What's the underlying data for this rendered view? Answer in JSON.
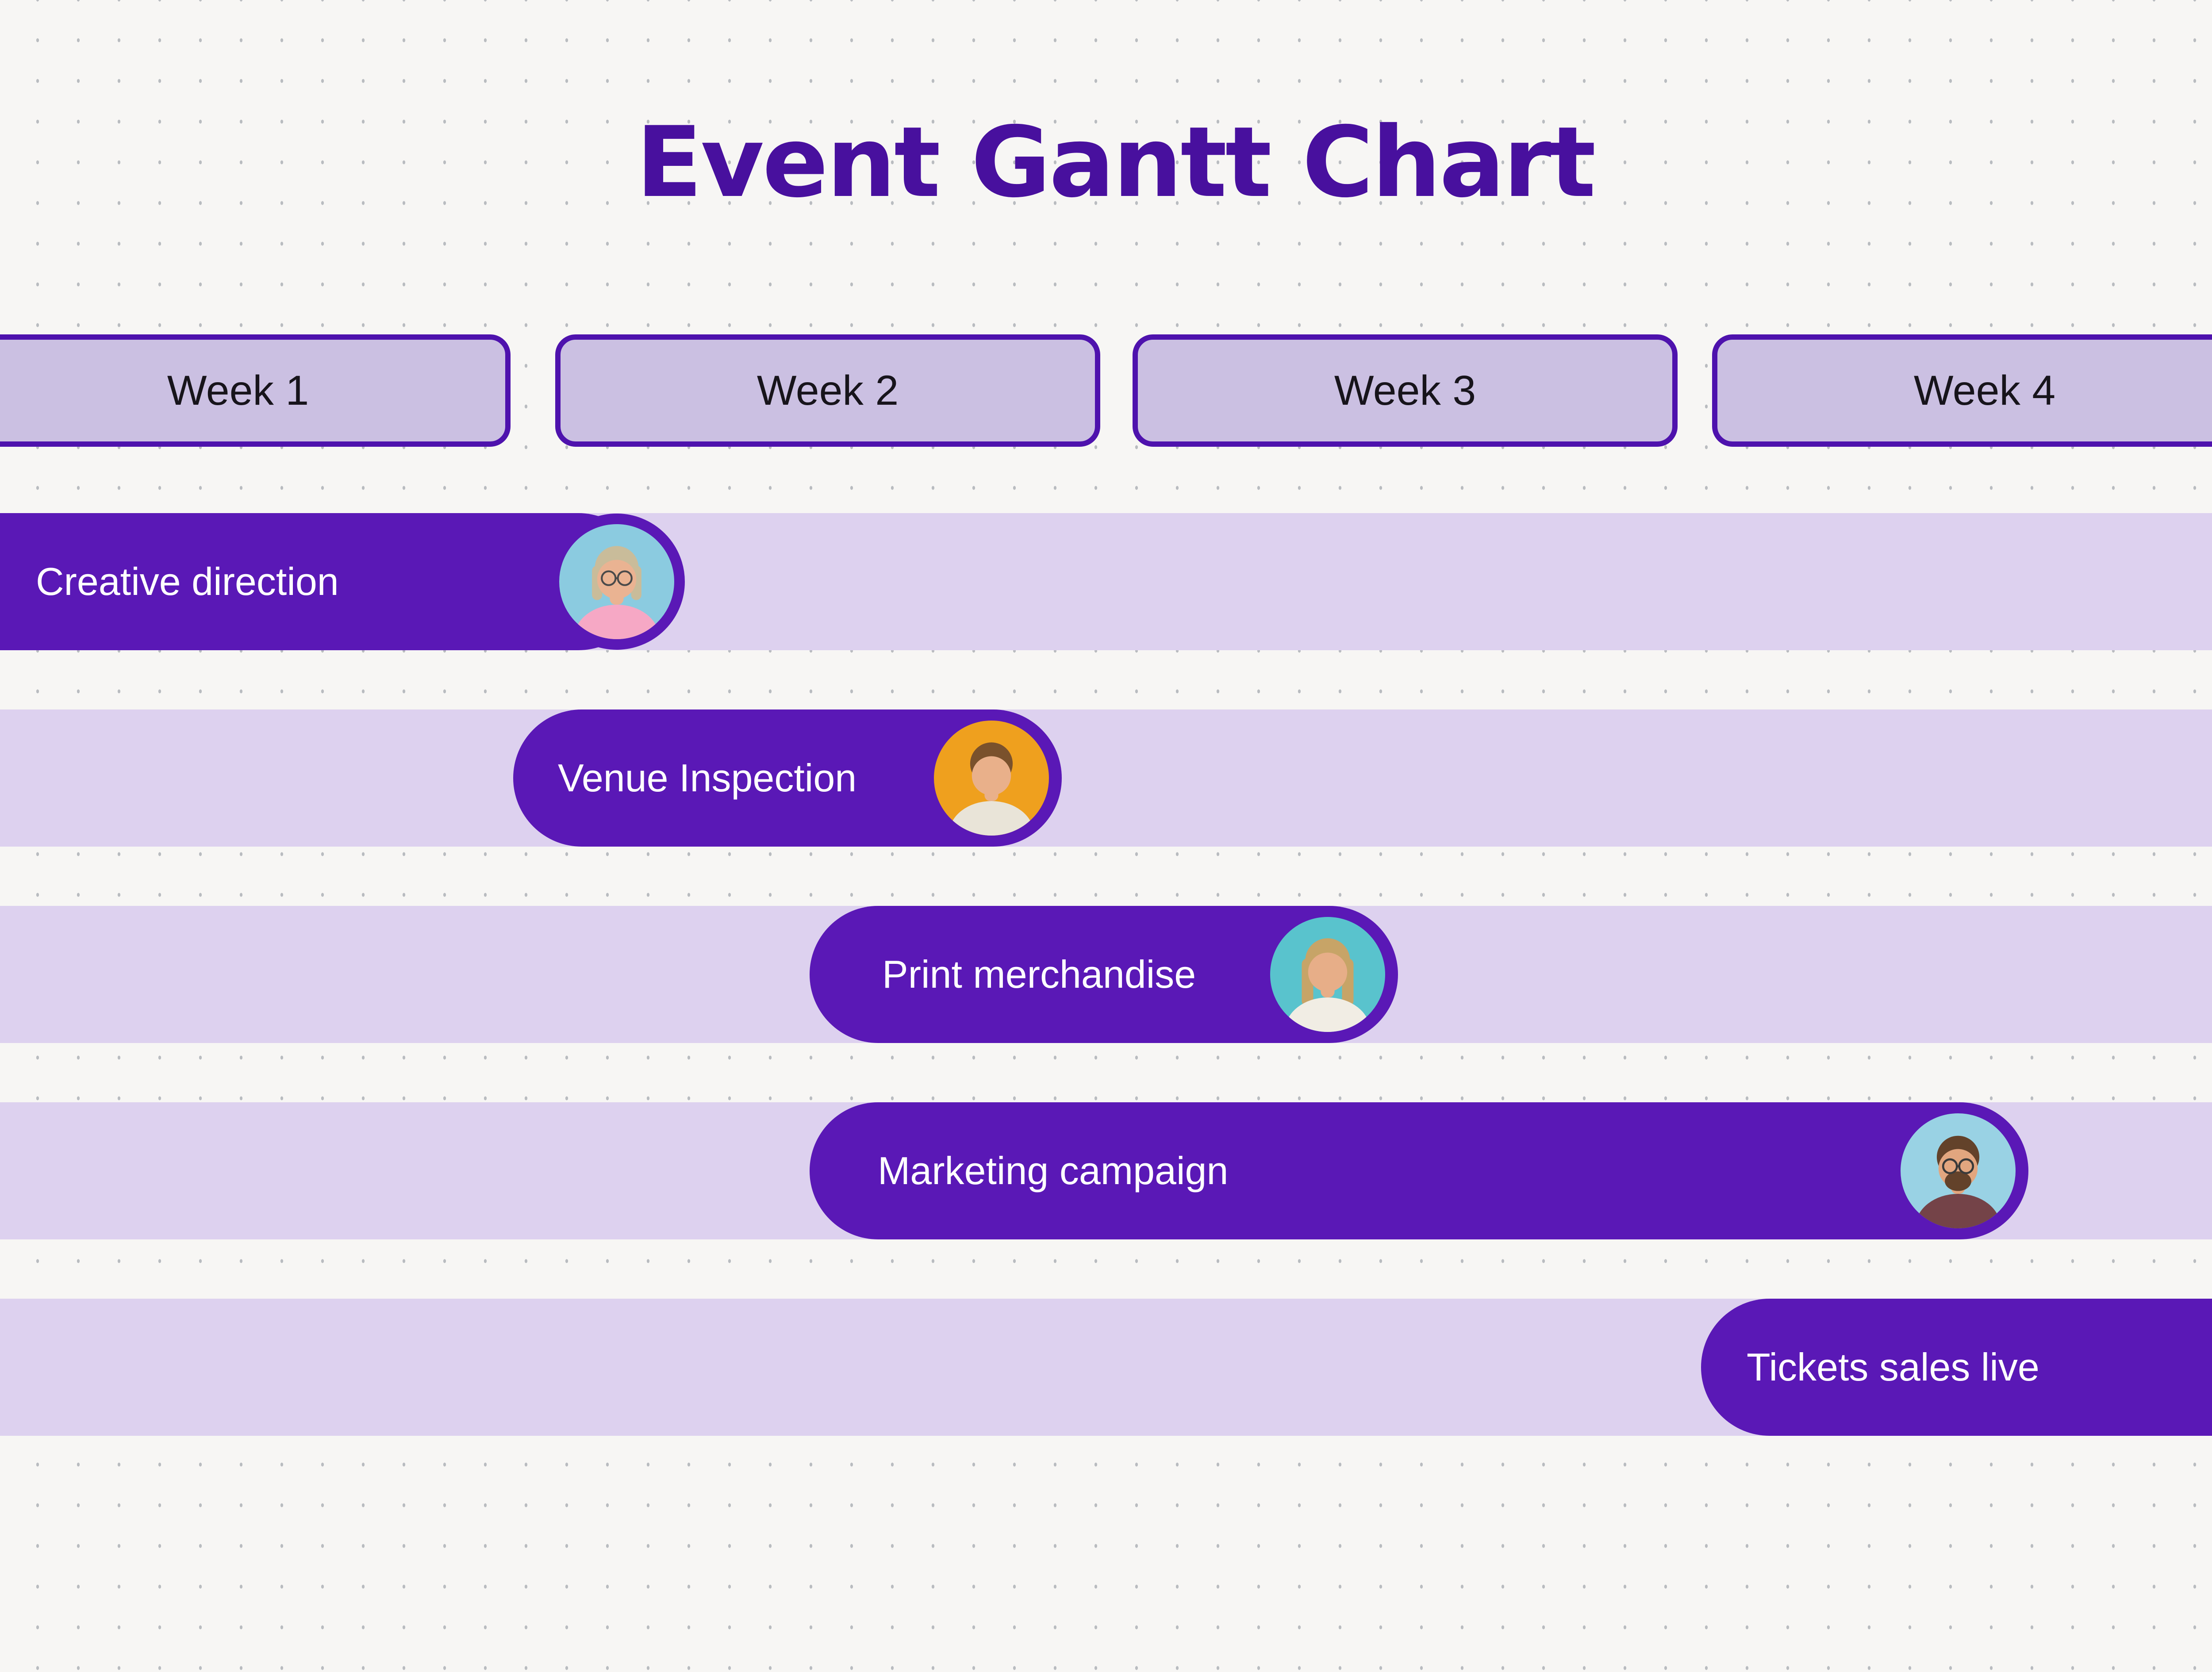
{
  "title": "Event Gantt Chart",
  "weeks": [
    "Week 1",
    "Week 2",
    "Week 3",
    "Week 4"
  ],
  "tasks": [
    {
      "label": "Creative direction",
      "avatar": {
        "alt": "woman with silver bob and glasses in pink sweater giving thumbs up on light blue background",
        "bg": "#8bcbe0",
        "hair": "#c9bc9a",
        "skin": "#eab392",
        "shirt": "#f6a8c5"
      }
    },
    {
      "label": "Venue Inspection",
      "avatar": {
        "alt": "smiling young man with brown hair in striped tank top on orange background",
        "bg": "#efa01e",
        "hair": "#7a512c",
        "skin": "#e9b08a",
        "shirt": "#e9e4d8"
      }
    },
    {
      "label": "Print merchandise",
      "avatar": {
        "alt": "woman with long blonde hair holding a UK flag on teal background",
        "bg": "#59c3cd",
        "hair": "#c7a467",
        "skin": "#e7ae88",
        "shirt": "#f1ede4"
      }
    },
    {
      "label": "Marketing campaign",
      "avatar": {
        "alt": "man with glasses and beard in dark red shirt on light blue background",
        "bg": "#99d2e4",
        "hair": "#63422a",
        "skin": "#e2a67f",
        "shirt": "#744348"
      }
    },
    {
      "label": "Tickets sales live",
      "avatar": null
    }
  ],
  "colors": {
    "accent": "#5a18b6",
    "title_color": "#48109e",
    "header_border": "#4e12ad",
    "header_fill": "#cbc0e2",
    "band_color": "#ddd1ef",
    "page_bg": "#f7f6f4",
    "dot_color": "#b9bcc0",
    "bar_text": "#ffffff",
    "header_text": "#17141b"
  },
  "chart_data": {
    "type": "bar",
    "subtype": "gantt",
    "title": "Event Gantt Chart",
    "x_axis": {
      "unit": "week",
      "labels": [
        "Week 1",
        "Week 2",
        "Week 3",
        "Week 4"
      ],
      "range": [
        0,
        4
      ],
      "position": "top"
    },
    "grid": "dotted-background",
    "legend": false,
    "tasks": [
      {
        "name": "Creative direction",
        "start_week": 0.0,
        "end_week": 1.2,
        "has_assignee_avatar": true
      },
      {
        "name": "Venue Inspection",
        "start_week": 0.95,
        "end_week": 1.9,
        "has_assignee_avatar": true
      },
      {
        "name": "Print merchandise",
        "start_week": 1.45,
        "end_week": 2.45,
        "has_assignee_avatar": true
      },
      {
        "name": "Marketing campaign",
        "start_week": 1.45,
        "end_week": 3.55,
        "has_assignee_avatar": true
      },
      {
        "name": "Tickets sales live",
        "start_week": 3.0,
        "end_week": 4.0,
        "has_assignee_avatar": false
      }
    ]
  }
}
